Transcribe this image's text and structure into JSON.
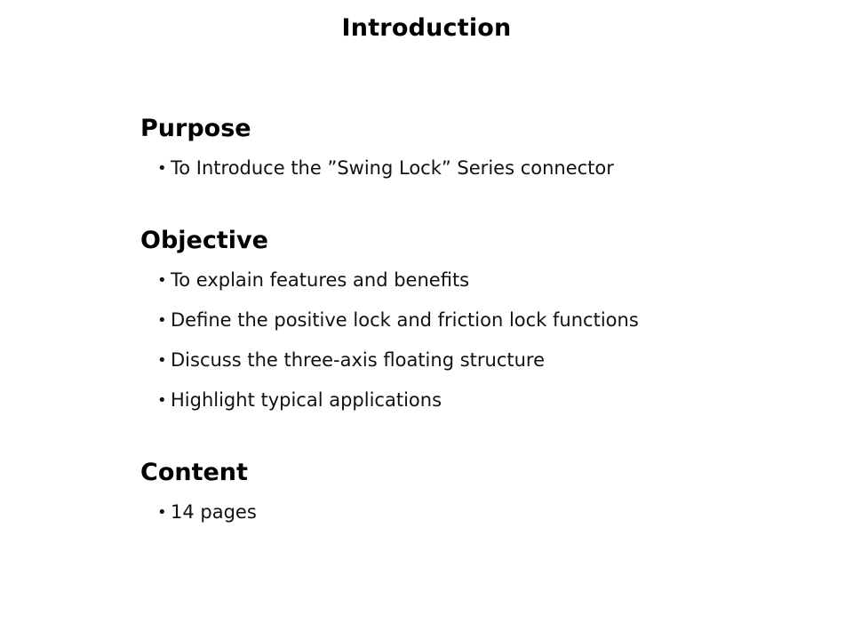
{
  "slide": {
    "title": "Introduction",
    "background_color": "#ffffff",
    "text_color": "#000000",
    "bullet_glyph": "•",
    "sections": [
      {
        "heading": "Purpose",
        "bullets": [
          "To Introduce the ”Swing Lock” Series connector"
        ]
      },
      {
        "heading": "Objective",
        "bullets": [
          "To explain features and benefits",
          "Define the positive lock and friction lock functions",
          "Discuss the three-axis floating structure",
          "Highlight typical applications"
        ]
      },
      {
        "heading": "Content",
        "bullets": [
          "14 pages"
        ]
      }
    ]
  }
}
